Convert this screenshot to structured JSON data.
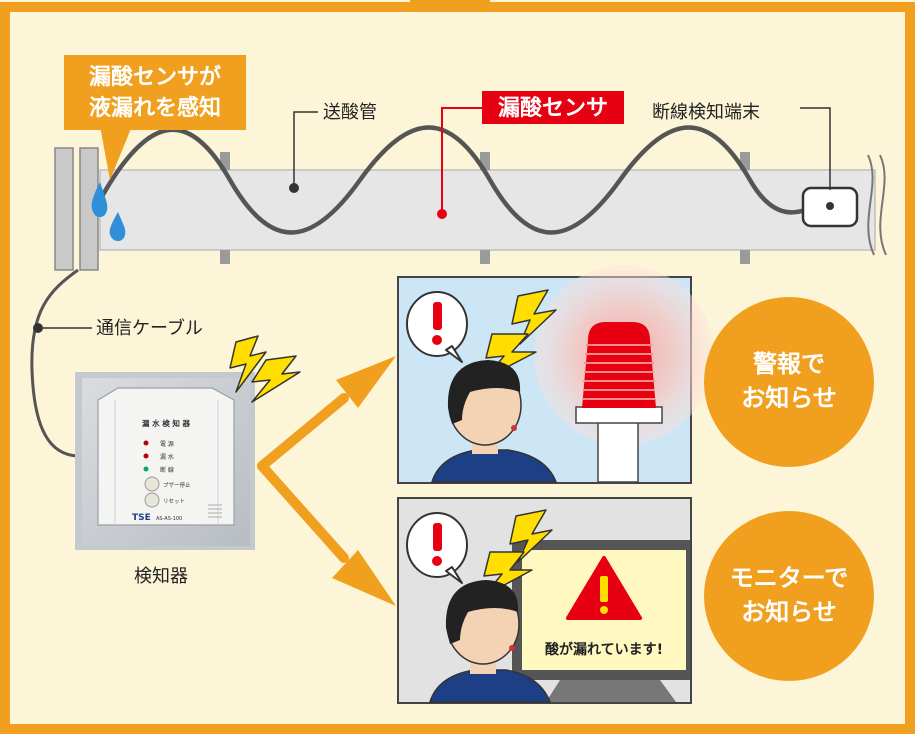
{
  "labels": {
    "callout": [
      "漏酸センサが",
      "液漏れを感知"
    ],
    "pipe": "送酸管",
    "sensor": "漏酸センサ",
    "terminal": "断線検知端末",
    "cable": "通信ケーブル",
    "detector": "検知器",
    "alarm_badge": [
      "警報で",
      "お知らせ"
    ],
    "monitor_badge": [
      "モニターで",
      "お知らせ"
    ],
    "monitor_message": "酸が漏れています!"
  },
  "device_panel": {
    "title": "漏 水 検 知 器",
    "indicators": [
      "電 源",
      "漏 水",
      "断 線"
    ],
    "buttons": [
      "ブザー停止",
      "リセット"
    ],
    "brand": "TSE",
    "model": "AS-AS-100"
  },
  "colors": {
    "frame": "#f0a01e",
    "background": "#fdf5d8",
    "accent_red": "#e60012",
    "pipe": "#e6e6e6",
    "cable": "#555555",
    "scene_alarm_bg": "#cde6f5",
    "scene_monitor_bg": "#e2e2e2",
    "badge": "#f0a01e"
  },
  "icons": [
    "water-drop-icon",
    "lightning-icon",
    "exclamation-bubble-icon",
    "warning-triangle-icon",
    "red-beacon-icon",
    "arrow-icon"
  ]
}
